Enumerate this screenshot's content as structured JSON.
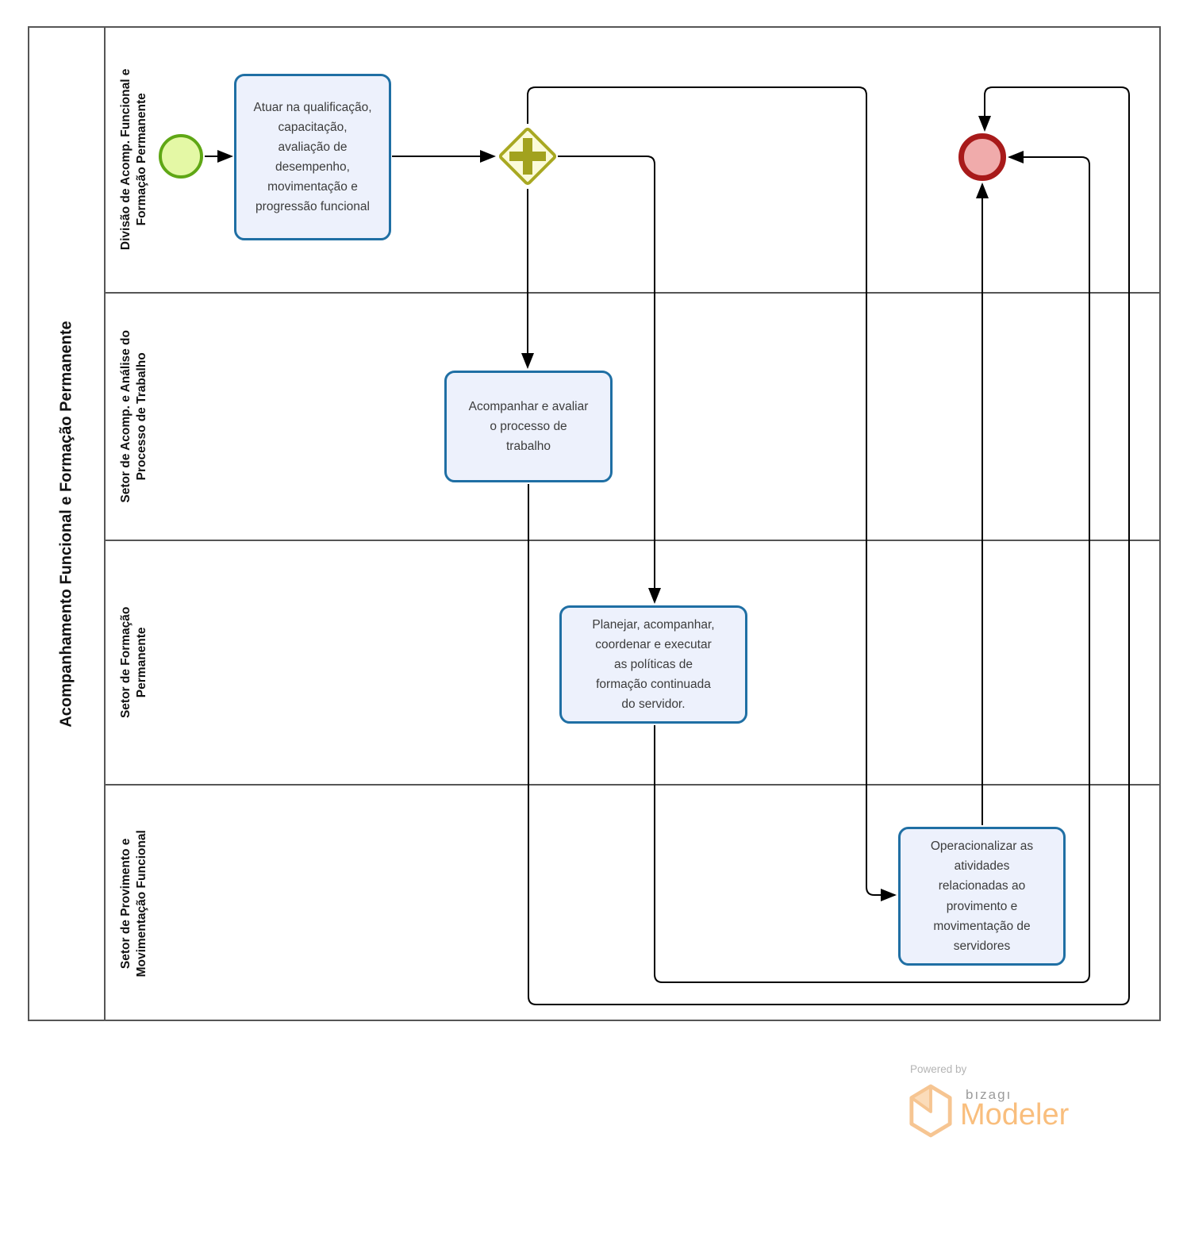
{
  "pool": {
    "title": "Acompanhamento Funcional e Formação Permanente",
    "lanes": [
      {
        "label": "Divisão de Acomp. Funcional e Formação Permanente"
      },
      {
        "label": "Setor de Acomp. e Análise do Processo de Trabalho"
      },
      {
        "label": "Setor de Formação Permanente"
      },
      {
        "label": "Setor de Provimento e Movimentação Funcional"
      }
    ]
  },
  "nodes": {
    "start_event": {
      "type": "start-event"
    },
    "task_atuar": {
      "label": "Atuar na qualificação, capacitação, avaliação de desempenho, movimentação e progressão funcional"
    },
    "parallel_gateway": {
      "type": "parallel-gateway"
    },
    "task_acompanhar": {
      "label": "Acompanhar e avaliar o processo de trabalho"
    },
    "task_planejar": {
      "label": "Planejar, acompanhar, coordenar e executar as políticas de formação continuada do servidor."
    },
    "task_operacionalizar": {
      "label": "Operacionalizar as atividades relacionadas ao provimento e movimentação de servidores"
    },
    "end_event": {
      "type": "end-event"
    }
  },
  "flows": [
    {
      "from": "start_event",
      "to": "task_atuar"
    },
    {
      "from": "task_atuar",
      "to": "parallel_gateway"
    },
    {
      "from": "parallel_gateway",
      "to": "task_acompanhar"
    },
    {
      "from": "parallel_gateway",
      "to": "task_planejar"
    },
    {
      "from": "parallel_gateway",
      "to": "task_operacionalizar"
    },
    {
      "from": "task_acompanhar",
      "to": "end_event"
    },
    {
      "from": "task_planejar",
      "to": "end_event"
    },
    {
      "from": "task_operacionalizar",
      "to": "end_event"
    }
  ],
  "branding": {
    "powered_by": "Powered by",
    "brand": "bızagı",
    "product": "Modeler"
  },
  "colors": {
    "task_border": "#1F6FA4",
    "task_fill": "#EDF1FC",
    "start_border": "#5FA715",
    "start_fill": "#E4F8A5",
    "gateway_border": "#A8A821",
    "gateway_fill": "#FBFBD9",
    "end_border": "#A81A1A",
    "end_fill": "#F0ABAB",
    "connector": "#000000",
    "lane_border": "#565656",
    "brand_orange": "#F9BE7D",
    "brand_gray": "#9B9B9B"
  }
}
